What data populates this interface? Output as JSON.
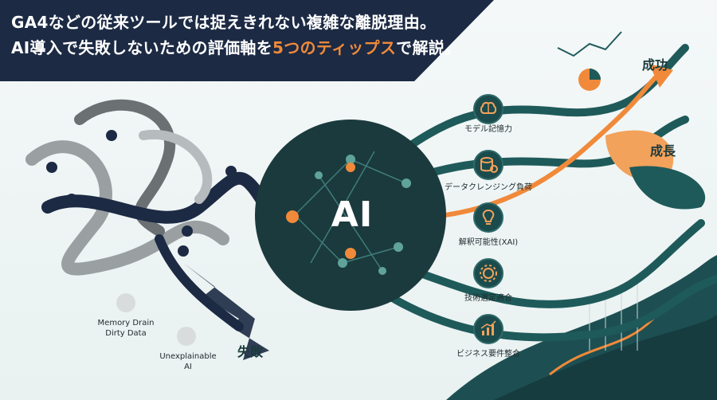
{
  "banner": {
    "line1": "GA4などの従来ツールでは捉えきれない複雑な離脱理由。",
    "line2_a": "AI導入で失敗しないための評価軸を",
    "line2_highlight": "5つのティップス",
    "line2_b": "で解説。"
  },
  "center": {
    "label": "AI"
  },
  "tips": [
    {
      "label": "モデル記憶力",
      "icon": "brain-icon"
    },
    {
      "label": "データクレンジング負荷",
      "icon": "database-gear-icon"
    },
    {
      "label": "解釈可能性(XAI)",
      "icon": "lightbulb-icon"
    },
    {
      "label": "技術選定適合",
      "icon": "gear-icon"
    },
    {
      "label": "ビジネス要件整合",
      "icon": "bar-chart-icon"
    }
  ],
  "outcomes": {
    "success": "成功",
    "growth": "成長",
    "failure": "失敗"
  },
  "problems": {
    "memory": "Memory Drain",
    "dirty": "Dirty Data",
    "unexplainable_1": "Unexplainable",
    "unexplainable_2": "AI"
  },
  "colors": {
    "navy": "#1c2a44",
    "teal": "#1f5a5a",
    "orange": "#f08a3a",
    "gray": "#8a8f91"
  }
}
